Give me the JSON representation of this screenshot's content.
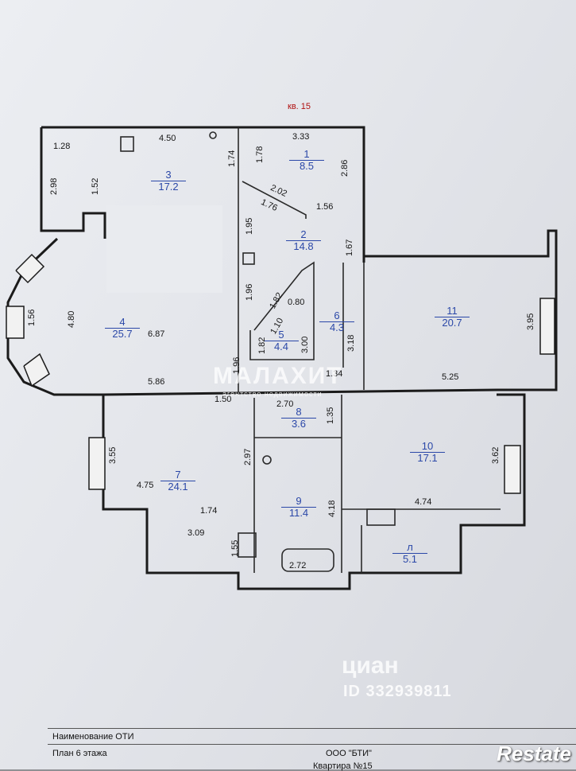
{
  "apartment_label": "кв. 15",
  "rooms": [
    {
      "num": "1",
      "area": "8.5"
    },
    {
      "num": "2",
      "area": "14.8"
    },
    {
      "num": "3",
      "area": "17.2"
    },
    {
      "num": "4",
      "area": "25.7"
    },
    {
      "num": "5",
      "area": "4.4"
    },
    {
      "num": "6",
      "area": "4.3"
    },
    {
      "num": "7",
      "area": "24.1"
    },
    {
      "num": "8",
      "area": "3.6"
    },
    {
      "num": "9",
      "area": "11.4"
    },
    {
      "num": "10",
      "area": "17.1"
    },
    {
      "num": "11",
      "area": "20.7"
    },
    {
      "num": "л",
      "area": "5.1"
    }
  ],
  "dimensions": {
    "d_128": "1.28",
    "d_450": "4.50",
    "d_174a": "1.74",
    "d_178": "1.78",
    "d_333": "3.33",
    "d_298": "2.98",
    "d_152": "1.52",
    "d_202": "2.02",
    "d_176": "1.76",
    "d_286": "2.86",
    "d_156a": "1.56",
    "d_195": "1.95",
    "d_167": "1.67",
    "d_156b": "1.56",
    "d_480": "4.80",
    "d_687": "6.87",
    "d_196a": "1.96",
    "d_182a": "1.82",
    "d_080": "0.80",
    "d_110": "1.10",
    "d_182b": "1.82",
    "d_300": "3.00",
    "d_318": "3.18",
    "d_395": "3.95",
    "d_196b": "1.96",
    "d_586": "5.86",
    "d_134": "1.34",
    "d_525": "5.25",
    "d_150": "1.50",
    "d_270": "2.70",
    "d_135": "1.35",
    "d_355": "3.55",
    "d_297": "2.97",
    "d_362": "3.62",
    "d_475": "4.75",
    "d_174b": "1.74",
    "d_418": "4.18",
    "d_474": "4.74",
    "d_309": "3.09",
    "d_155": "1.55",
    "d_272": "2.72"
  },
  "watermark": {
    "brand": "МАЛАХИТ",
    "sub": "агентство недвижимости"
  },
  "cian": {
    "logo": "циан",
    "id": "ID 332939811"
  },
  "footer": {
    "name_label": "Наименование ОТИ",
    "plan_label": "План 6 этажа",
    "org": "ООО \"БТИ\"",
    "apartment": "Квартира №15"
  },
  "restate_logo": "Restate"
}
